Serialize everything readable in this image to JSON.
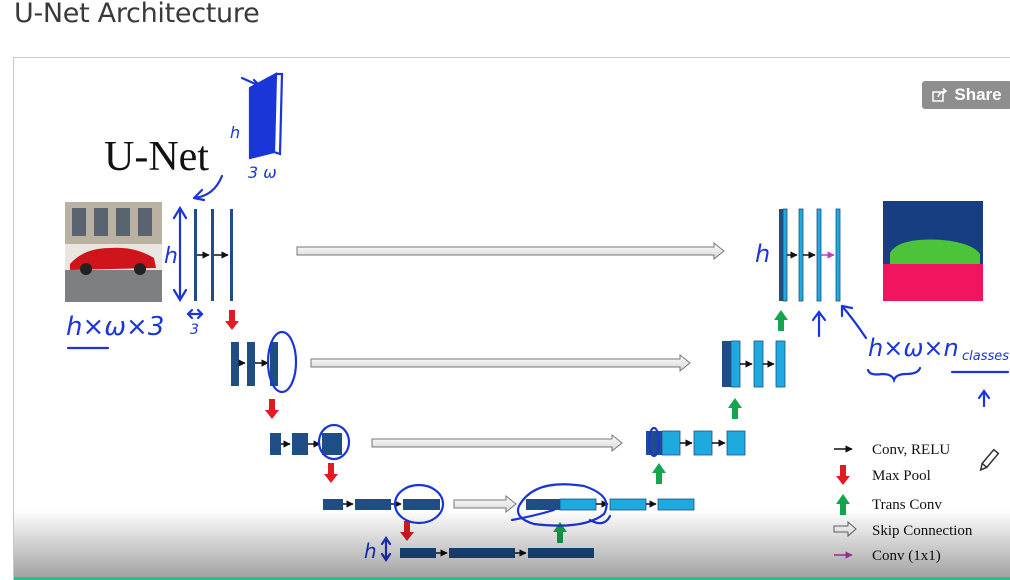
{
  "page": {
    "title": "U-Net Architecture"
  },
  "video": {
    "share_label": "Share",
    "slide": {
      "heading": "U-Net",
      "handwriting": {
        "input_dims": "h×ω×3",
        "output_dims": "h×ω×n",
        "output_subscript": "classes",
        "h_left": "h",
        "h_right": "h",
        "h_bottom": "h",
        "three_small": "3",
        "cube_h": "h",
        "cube_3w": "3 ω"
      },
      "legend": [
        {
          "label": "Conv, RELU",
          "icon": "black-arrow-icon"
        },
        {
          "label": "Max Pool",
          "icon": "red-down-arrow-icon"
        },
        {
          "label": "Trans Conv",
          "icon": "green-up-arrow-icon"
        },
        {
          "label": "Skip Connection",
          "icon": "hollow-arrow-icon"
        },
        {
          "label": "Conv (1x1)",
          "icon": "magenta-arrow-icon"
        }
      ],
      "colors": {
        "dark_block": "#1f4e87",
        "light_block": "#1eaadf",
        "max_pool": "#e01b24",
        "trans_conv": "#14a54f",
        "conv_1x1": "#c03fc0",
        "ink": "#1a35d8",
        "seg_background": "#173e80",
        "seg_car": "#4cc43a",
        "seg_road": "#f0155e"
      }
    }
  }
}
